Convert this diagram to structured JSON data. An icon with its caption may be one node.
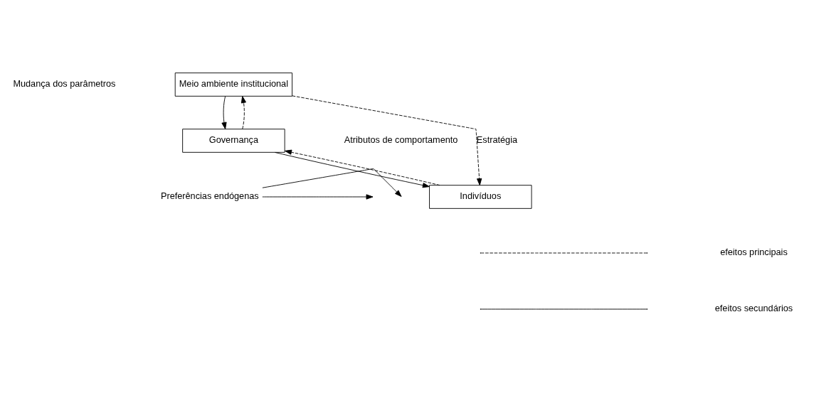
{
  "diagram": {
    "nodes": [
      {
        "text": [
          "Meio ambiente institucional"
        ]
      },
      {
        "text": [
          "Governança"
        ]
      },
      {
        "text": [
          "Indivíduos"
        ]
      },
      {
        "text": [
          "Preferências endógenas"
        ]
      }
    ],
    "edges": [
      {
        "from": 0,
        "to": 1,
        "arrow": "to"
      },
      {
        "from": 1,
        "to": 2,
        "arrow": "to"
      },
      {
        "from": 2,
        "to": 1,
        "arrow": "to",
        "style": "dashed"
      },
      {
        "from": 1,
        "to": 0,
        "arrow": "to",
        "style": "dashed"
      },
      {
        "from": 0,
        "to": 2,
        "arrow": "to",
        "style": "dashed",
        "label": "Estratégia"
      },
      {
        "from": 3,
        "to": null,
        "arrow": "to"
      },
      {
        "from": 3,
        "to": null,
        "arrow": "to"
      }
    ],
    "labels": [
      "Mudança dos parâmetros",
      "Atributos de comportamento"
    ],
    "legend": [
      {
        "text": "efeitos principais"
      },
      {
        "text": "efeitos secundários"
      }
    ]
  }
}
